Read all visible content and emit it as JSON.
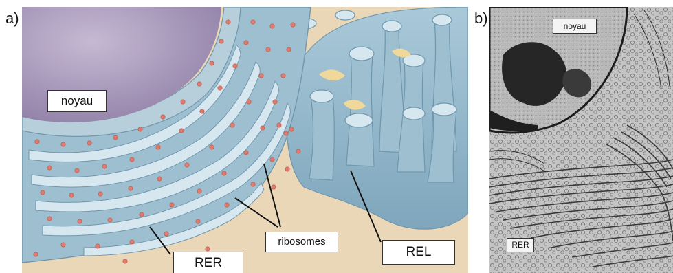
{
  "figure": {
    "panel_a": {
      "letter": "a)",
      "labels": {
        "noyau": "noyau",
        "ribosomes": "ribosomes",
        "rer": "RER",
        "rel": "REL"
      }
    },
    "panel_b": {
      "letter": "b)",
      "labels": {
        "noyau": "noyau",
        "rer": "RER"
      }
    }
  },
  "colors": {
    "cytoplasm": "#e9d7b8",
    "nucleus": "#a596b8",
    "nuclear_envelope": "#b6cfdb",
    "reticulum": "#9ebfd0",
    "reticulum_outline": "#6f97ad",
    "lumen": "#d7e7ef",
    "ribosome": "#e07a6c",
    "tube_gap": "#f0d89a"
  }
}
